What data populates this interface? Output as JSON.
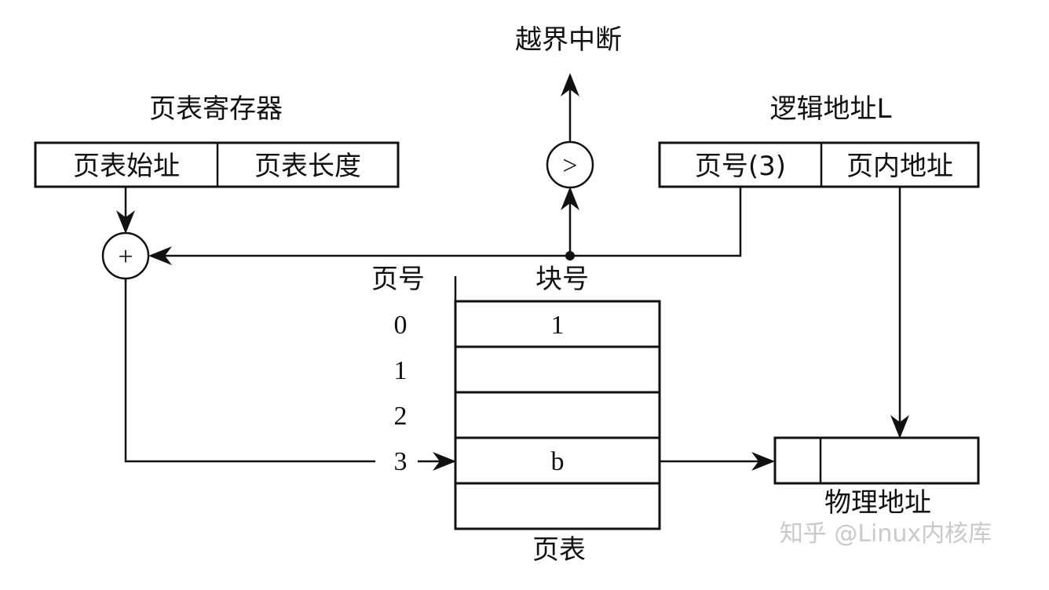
{
  "interrupt_label": "越界中断",
  "page_table_register": {
    "title": "页表寄存器",
    "fields": [
      "页表始址",
      "页表长度"
    ]
  },
  "logical_address": {
    "title": "逻辑地址L",
    "fields": [
      "页号(3)",
      "页内地址"
    ]
  },
  "compare_symbol": ">",
  "adder_symbol": "+",
  "page_table": {
    "column_page_no": "页号",
    "column_block_no": "块号",
    "rows": [
      {
        "page": "0",
        "block": "1"
      },
      {
        "page": "1",
        "block": ""
      },
      {
        "page": "2",
        "block": ""
      },
      {
        "page": "3",
        "block": "b"
      },
      {
        "page": "",
        "block": ""
      }
    ],
    "caption": "页表"
  },
  "physical_address": {
    "title": "物理地址"
  },
  "watermark": "知乎 @Linux内核库"
}
